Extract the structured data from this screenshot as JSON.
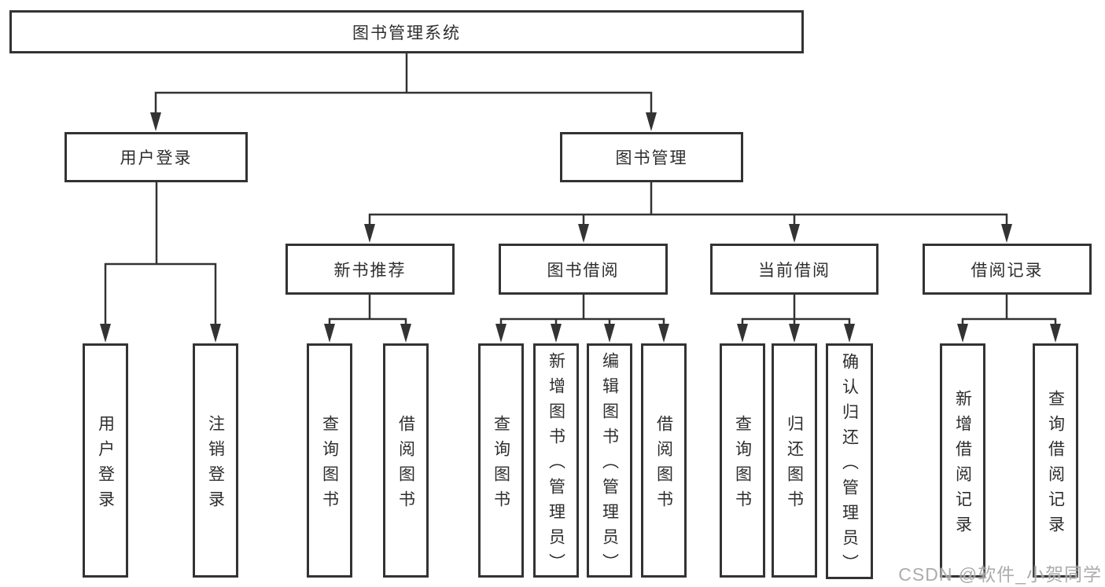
{
  "root": {
    "label": "图书管理系统"
  },
  "branches": [
    {
      "label": "用户登录",
      "children": [
        {
          "label": "用户登录"
        },
        {
          "label": "注销登录"
        }
      ]
    },
    {
      "label": "图书管理",
      "groups": [
        {
          "label": "新书推荐",
          "children": [
            {
              "label": "查询图书"
            },
            {
              "label": "借阅图书"
            }
          ]
        },
        {
          "label": "图书借阅",
          "children": [
            {
              "label": "查询图书"
            },
            {
              "label": "新增图书（管理员）"
            },
            {
              "label": "编辑图书（管理员）"
            },
            {
              "label": "借阅图书"
            }
          ]
        },
        {
          "label": "当前借阅",
          "children": [
            {
              "label": "查询图书"
            },
            {
              "label": "归还图书"
            },
            {
              "label": "确认归还（管理员）"
            }
          ]
        },
        {
          "label": "借阅记录",
          "children": [
            {
              "label": "新增借阅记录"
            },
            {
              "label": "查询借阅记录"
            }
          ]
        }
      ]
    }
  ],
  "watermark": "CSDN @软件_小贺同学",
  "colors": {
    "line": "#333333",
    "text": "#2e2e2e",
    "background": "#ffffff",
    "watermark": "#9e9e9e"
  }
}
